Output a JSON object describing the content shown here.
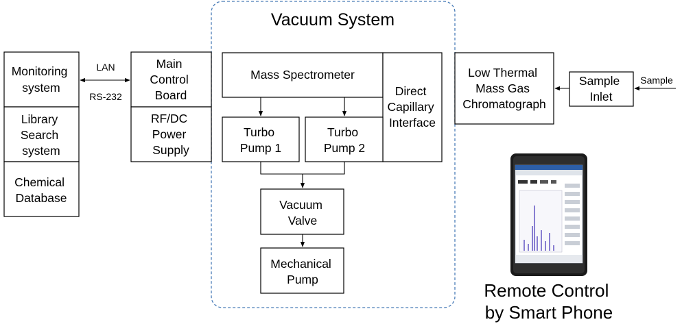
{
  "diagram": {
    "vacuum_title": "Vacuum System",
    "left_column": {
      "monitoring": [
        "Monitoring",
        "system"
      ],
      "library": [
        "Library",
        "Search",
        "system"
      ],
      "database": [
        "Chemical",
        "Database"
      ]
    },
    "connector": {
      "lan": "LAN",
      "rs232": "RS-232"
    },
    "control": {
      "main_board": [
        "Main",
        "Control",
        "Board"
      ],
      "power": [
        "RF/DC",
        "Power",
        "Supply"
      ]
    },
    "vacuum": {
      "mass_spec": "Mass Spectrometer",
      "turbo1": [
        "Turbo",
        "Pump 1"
      ],
      "turbo2": [
        "Turbo",
        "Pump 2"
      ],
      "capillary": [
        "Direct",
        "Capillary",
        "Interface"
      ],
      "valve": [
        "Vacuum",
        "Valve"
      ],
      "mech_pump": [
        "Mechanical",
        "Pump"
      ]
    },
    "gc": [
      "Low Thermal",
      "Mass Gas",
      "Chromatograph"
    ],
    "sample_inlet": [
      "Sample",
      "Inlet"
    ],
    "sample": "Sample",
    "remote": [
      "Remote Control",
      "by Smart Phone"
    ]
  },
  "colors": {
    "vacuum_border": "#4a7db8",
    "phone_body": "#1a1a1a",
    "screen_plot": "#6c5fc7"
  }
}
